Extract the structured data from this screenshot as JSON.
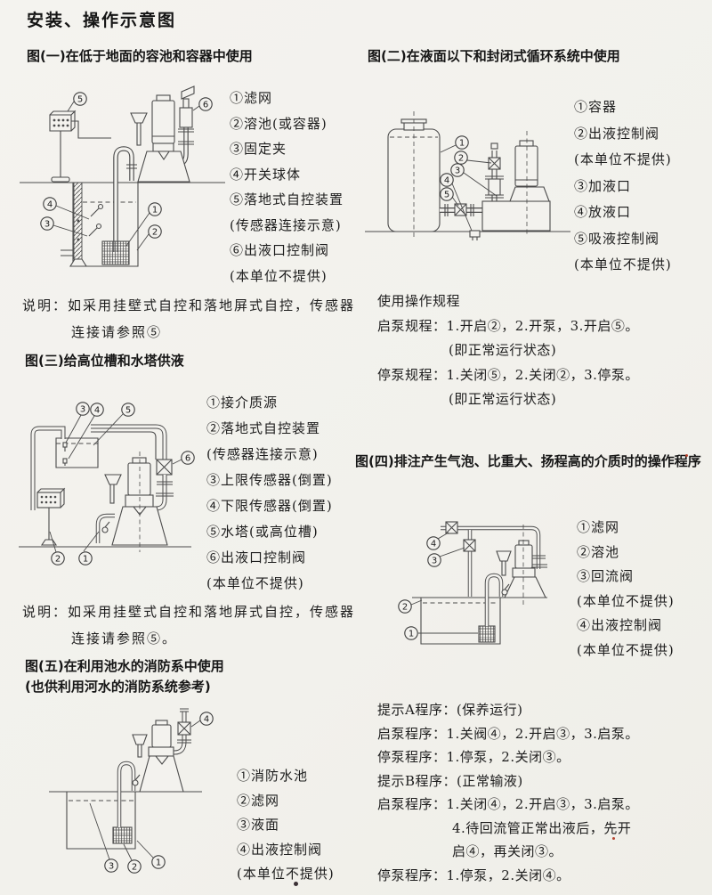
{
  "page": {
    "title": "安装、操作示意图"
  },
  "colors": {
    "paper": "#f3f2ee",
    "ink": "#1d1d1d",
    "line": "#4b4b4b"
  },
  "figures": [
    {
      "caption": "图(一)在低于地面的容池和容器中使用",
      "legend": [
        "①滤网",
        "②溶池(或容器)",
        "③固定夹",
        "④开关球体",
        "⑤落地式自控装置",
        "(传感器连接示意)",
        "⑥出液口控制阀",
        "(本单位不提供)"
      ],
      "markers": [
        "1",
        "2",
        "3",
        "4",
        "5",
        "6"
      ]
    },
    {
      "caption": "图(二)在液面以下和封闭式循环系统中使用",
      "legend": [
        "①容器",
        "②出液控制阀",
        "(本单位不提供)",
        "③加液口",
        "④放液口",
        "⑤吸液控制阀",
        "(本单位不提供)"
      ],
      "markers": [
        "1",
        "2",
        "3",
        "4",
        "5"
      ]
    },
    {
      "caption": "图(三)给高位槽和水塔供液",
      "legend": [
        "①接介质源",
        "②落地式自控装置",
        "(传感器连接示意)",
        "③上限传感器(倒置)",
        "④下限传感器(倒置)",
        "⑤水塔(或高位槽)",
        "⑥出液口控制阀",
        "(本单位不提供)"
      ],
      "markers": [
        "1",
        "2",
        "3",
        "4",
        "5",
        "6"
      ]
    },
    {
      "caption": "图(四)排注产生气泡、比重大、扬程高的介质时的操作程序",
      "legend": [
        "①滤网",
        "②溶池",
        "③回流阀",
        "(本单位不提供)",
        "④出液控制阀",
        "(本单位不提供)"
      ],
      "markers": [
        "1",
        "2",
        "3",
        "4"
      ]
    },
    {
      "caption": "图(五)在利用池水的消防系中使用",
      "caption2": "(也供利用河水的消防系统参考)",
      "legend": [
        "①消防水池",
        "②滤网",
        "③液面",
        "④出液控制阀",
        "(本单位不提供)"
      ],
      "markers": [
        "1",
        "2",
        "3",
        "4"
      ]
    }
  ],
  "notes": {
    "fig1": [
      "说明：如采用挂壁式自控和落地屏式自控，传感器",
      "连接请参照⑤"
    ],
    "fig3": [
      "说明：如采用挂壁式自控和落地屏式自控，传感器",
      "连接请参照⑤。"
    ]
  },
  "operating_rules": {
    "title": "使用操作规程",
    "lines": [
      {
        "text": "启泵规程：1.开启②，2.开泵，3.开启⑤。"
      },
      {
        "text": "(即正常运行状态)"
      },
      {
        "text": "停泵规程：1.关闭⑤，2.关闭②，3.停泵。"
      },
      {
        "text": "(即正常运行状态)"
      }
    ]
  },
  "fig4_procedures": {
    "lines": [
      {
        "text": "提示A程序：(保养运行)"
      },
      {
        "text": "启泵程序：1.关阀④，2.开启③，3.启泵。"
      },
      {
        "text": "停泵程序：1.停泵，2.关闭③。"
      },
      {
        "text": "提示B程序：(正常输液)"
      },
      {
        "text": "启泵程序：1.关闭④，2.开启③，3.启泵。"
      },
      {
        "text": "4.待回流管正常出液后，先开"
      },
      {
        "text": "启④，再关闭③。"
      },
      {
        "text": "停泵程序：1.停泵，2.关闭④。"
      }
    ]
  }
}
